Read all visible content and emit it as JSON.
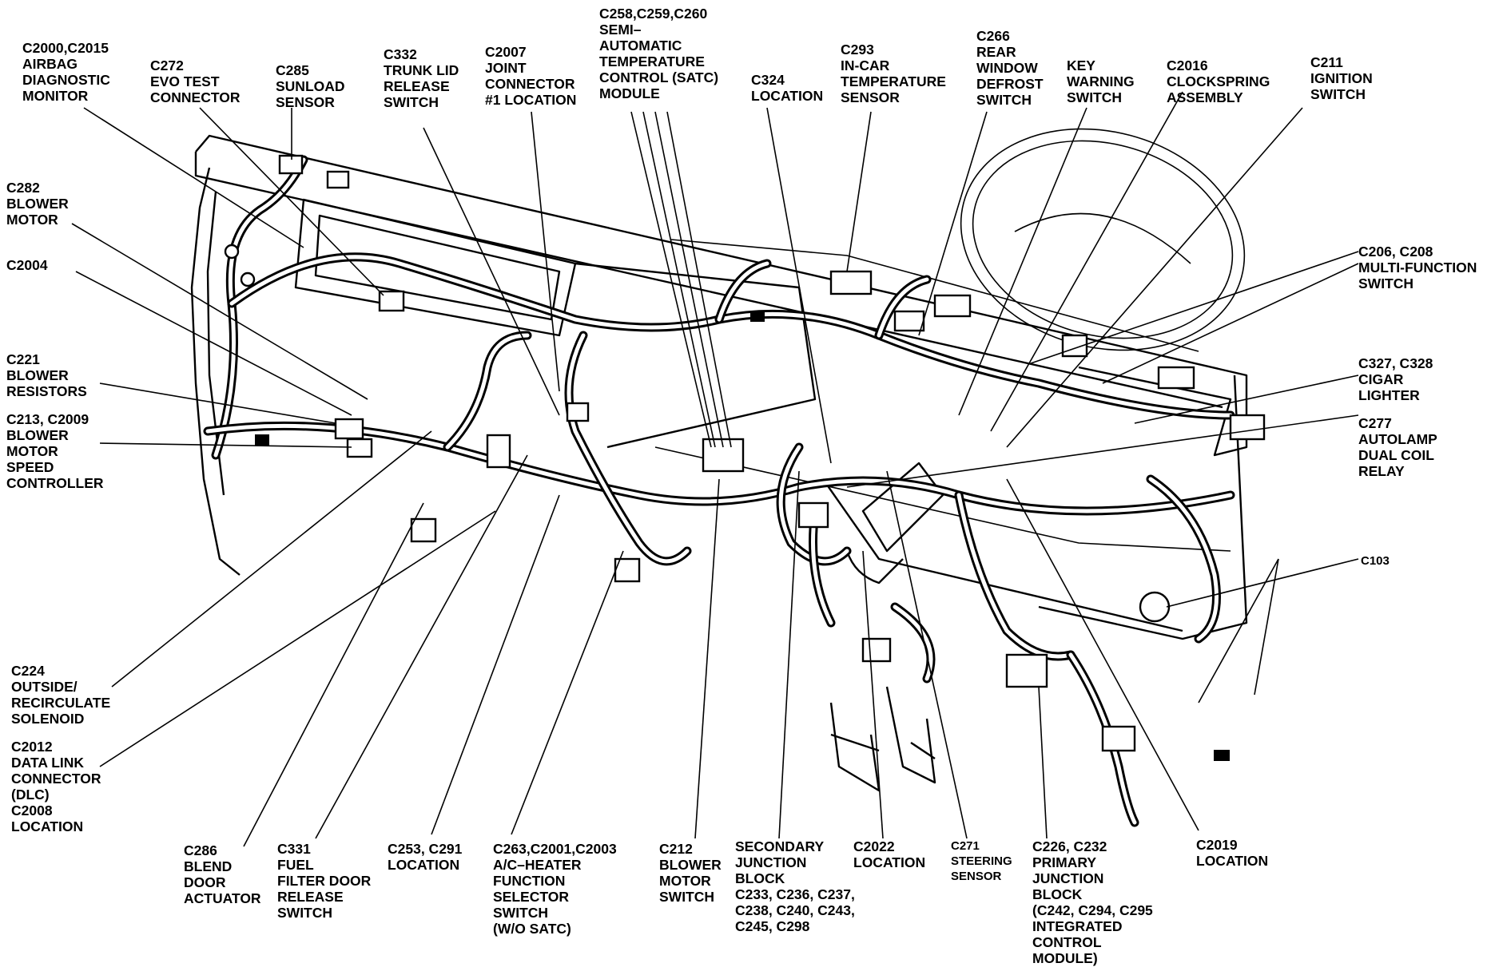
{
  "labels": [
    {
      "id": "c2000",
      "lines": [
        "C2000,C2015",
        "AIRBAG",
        "DIAGNOSTIC",
        "MONITOR"
      ]
    },
    {
      "id": "c272",
      "lines": [
        "C272",
        "EVO TEST",
        "CONNECTOR"
      ]
    },
    {
      "id": "c285",
      "lines": [
        "C285",
        "SUNLOAD",
        "SENSOR"
      ]
    },
    {
      "id": "c332",
      "lines": [
        "C332",
        "TRUNK LID",
        "RELEASE",
        "SWITCH"
      ]
    },
    {
      "id": "c2007",
      "lines": [
        "C2007",
        "JOINT",
        "CONNECTOR",
        "#1 LOCATION"
      ]
    },
    {
      "id": "c258",
      "lines": [
        "C258,C259,C260",
        "SEMI–",
        "AUTOMATIC",
        "TEMPERATURE",
        "CONTROL (SATC)",
        "MODULE"
      ]
    },
    {
      "id": "c324",
      "lines": [
        "C324",
        "LOCATION"
      ]
    },
    {
      "id": "c293",
      "lines": [
        "C293",
        "IN-CAR",
        "TEMPERATURE",
        "SENSOR"
      ]
    },
    {
      "id": "c266",
      "lines": [
        "C266",
        "REAR",
        "WINDOW",
        "DEFROST",
        "SWITCH"
      ]
    },
    {
      "id": "key",
      "lines": [
        "KEY",
        "WARNING",
        "SWITCH"
      ]
    },
    {
      "id": "c2016",
      "lines": [
        "C2016",
        "CLOCKSPRING",
        "ASSEMBLY"
      ]
    },
    {
      "id": "c211",
      "lines": [
        "C211",
        "IGNITION",
        "SWITCH"
      ]
    },
    {
      "id": "c282",
      "lines": [
        "C282",
        "BLOWER",
        "MOTOR"
      ]
    },
    {
      "id": "c2004",
      "lines": [
        "C2004"
      ]
    },
    {
      "id": "c221",
      "lines": [
        "C221",
        "BLOWER",
        "RESISTORS"
      ]
    },
    {
      "id": "c213",
      "lines": [
        "C213, C2009",
        "BLOWER",
        "MOTOR",
        "SPEED",
        "CONTROLLER"
      ]
    },
    {
      "id": "c206",
      "lines": [
        "C206, C208",
        "MULTI-FUNCTION",
        "SWITCH"
      ]
    },
    {
      "id": "c327",
      "lines": [
        "C327, C328",
        "CIGAR",
        "LIGHTER"
      ]
    },
    {
      "id": "c277",
      "lines": [
        "C277",
        "AUTOLAMP",
        "DUAL COIL",
        "RELAY"
      ]
    },
    {
      "id": "c103",
      "lines": [
        "C103"
      ]
    },
    {
      "id": "c224",
      "lines": [
        "C224",
        "OUTSIDE/",
        "RECIRCULATE",
        "SOLENOID"
      ]
    },
    {
      "id": "c2012",
      "lines": [
        "C2012",
        "DATA LINK",
        "CONNECTOR",
        "(DLC)",
        "C2008",
        "LOCATION"
      ]
    },
    {
      "id": "c286",
      "lines": [
        "C286",
        "BLEND",
        "DOOR",
        "ACTUATOR"
      ]
    },
    {
      "id": "c331",
      "lines": [
        "C331",
        "FUEL",
        "FILTER DOOR",
        "RELEASE",
        "SWITCH"
      ]
    },
    {
      "id": "c253",
      "lines": [
        "C253, C291",
        "LOCATION"
      ]
    },
    {
      "id": "c263",
      "lines": [
        "C263,C2001,C2003",
        "A/C–HEATER",
        "FUNCTION",
        "SELECTOR",
        "SWITCH",
        "(W/O SATC)"
      ]
    },
    {
      "id": "c212",
      "lines": [
        "C212",
        "BLOWER",
        "MOTOR",
        "SWITCH"
      ]
    },
    {
      "id": "secondary",
      "lines": [
        "SECONDARY",
        "JUNCTION",
        "BLOCK",
        "C233, C236, C237,",
        "C238, C240, C243,",
        "C245, C298"
      ]
    },
    {
      "id": "c2022",
      "lines": [
        "C2022",
        "LOCATION"
      ]
    },
    {
      "id": "c271",
      "lines": [
        "C271",
        "STEERING",
        "SENSOR"
      ]
    },
    {
      "id": "c226",
      "lines": [
        "C226, C232",
        "PRIMARY",
        "JUNCTION",
        "BLOCK",
        "(C242, C294, C295",
        "INTEGRATED",
        "CONTROL",
        "MODULE)"
      ]
    },
    {
      "id": "c2019",
      "lines": [
        "C2019",
        "LOCATION"
      ]
    }
  ]
}
